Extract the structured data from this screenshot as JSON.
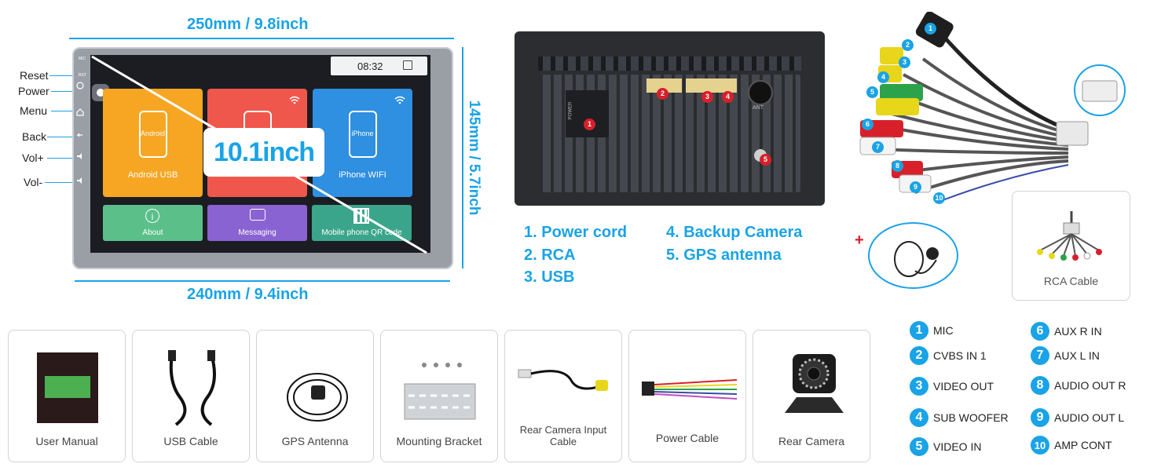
{
  "dimensions": {
    "top": "250mm / 9.8inch",
    "bottom": "240mm / 9.4inch",
    "right": "145mm / 5.7inch"
  },
  "side_buttons": [
    "Reset",
    "Power",
    "Menu",
    "Back",
    "Vol+",
    "Vol-"
  ],
  "device": {
    "mic_label": "MIC",
    "rst_label": "RST",
    "time": "08:32",
    "size_badge": "10.1inch",
    "tiles": [
      {
        "label": "Android USB",
        "phone_text": "Android"
      },
      {
        "label": "",
        "phone_text": ""
      },
      {
        "label": "iPhone WIFI",
        "phone_text": "iPhone"
      }
    ],
    "mini_tiles": [
      "About",
      "Messaging",
      "Mobile phone QR code"
    ]
  },
  "back_panel": {
    "power_text": "POWER",
    "ant_text": "ANT",
    "markers": [
      "1",
      "2",
      "3",
      "4",
      "5"
    ]
  },
  "ports_legend": [
    "1. Power cord",
    "2. RCA",
    "3. USB",
    "4. Backup Camera",
    "5. GPS antenna"
  ],
  "harness_numbers": [
    "1",
    "2",
    "3",
    "4",
    "5",
    "6",
    "7",
    "8",
    "9",
    "10"
  ],
  "plus_sign": "+",
  "rca_card_label": "RCA Cable",
  "accessories": [
    "User Manual",
    "USB Cable",
    "GPS Antenna",
    "Mounting Bracket",
    "Rear Camera Input Cable",
    "Power Cable",
    "Rear Camera"
  ],
  "cable_legend": [
    {
      "num": "1",
      "label": "MIC"
    },
    {
      "num": "2",
      "label": "CVBS IN 1"
    },
    {
      "num": "3",
      "label": "VIDEO OUT"
    },
    {
      "num": "4",
      "label": "SUB WOOFER"
    },
    {
      "num": "5",
      "label": "VIDEO IN"
    },
    {
      "num": "6",
      "label": "AUX R IN"
    },
    {
      "num": "7",
      "label": "AUX L IN"
    },
    {
      "num": "8",
      "label": "AUDIO OUT R"
    },
    {
      "num": "9",
      "label": "AUDIO OUT L"
    },
    {
      "num": "10",
      "label": "AMP CONT"
    }
  ],
  "colors": {
    "accent": "#1aa3e6",
    "tile_orange": "#f6a623",
    "tile_red": "#f0574c",
    "tile_blue": "#2f8fe0",
    "mini_green": "#5bbf8a",
    "mini_purple": "#8a63d2",
    "mini_teal": "#3aa58a",
    "marker_red": "#d8202a"
  }
}
